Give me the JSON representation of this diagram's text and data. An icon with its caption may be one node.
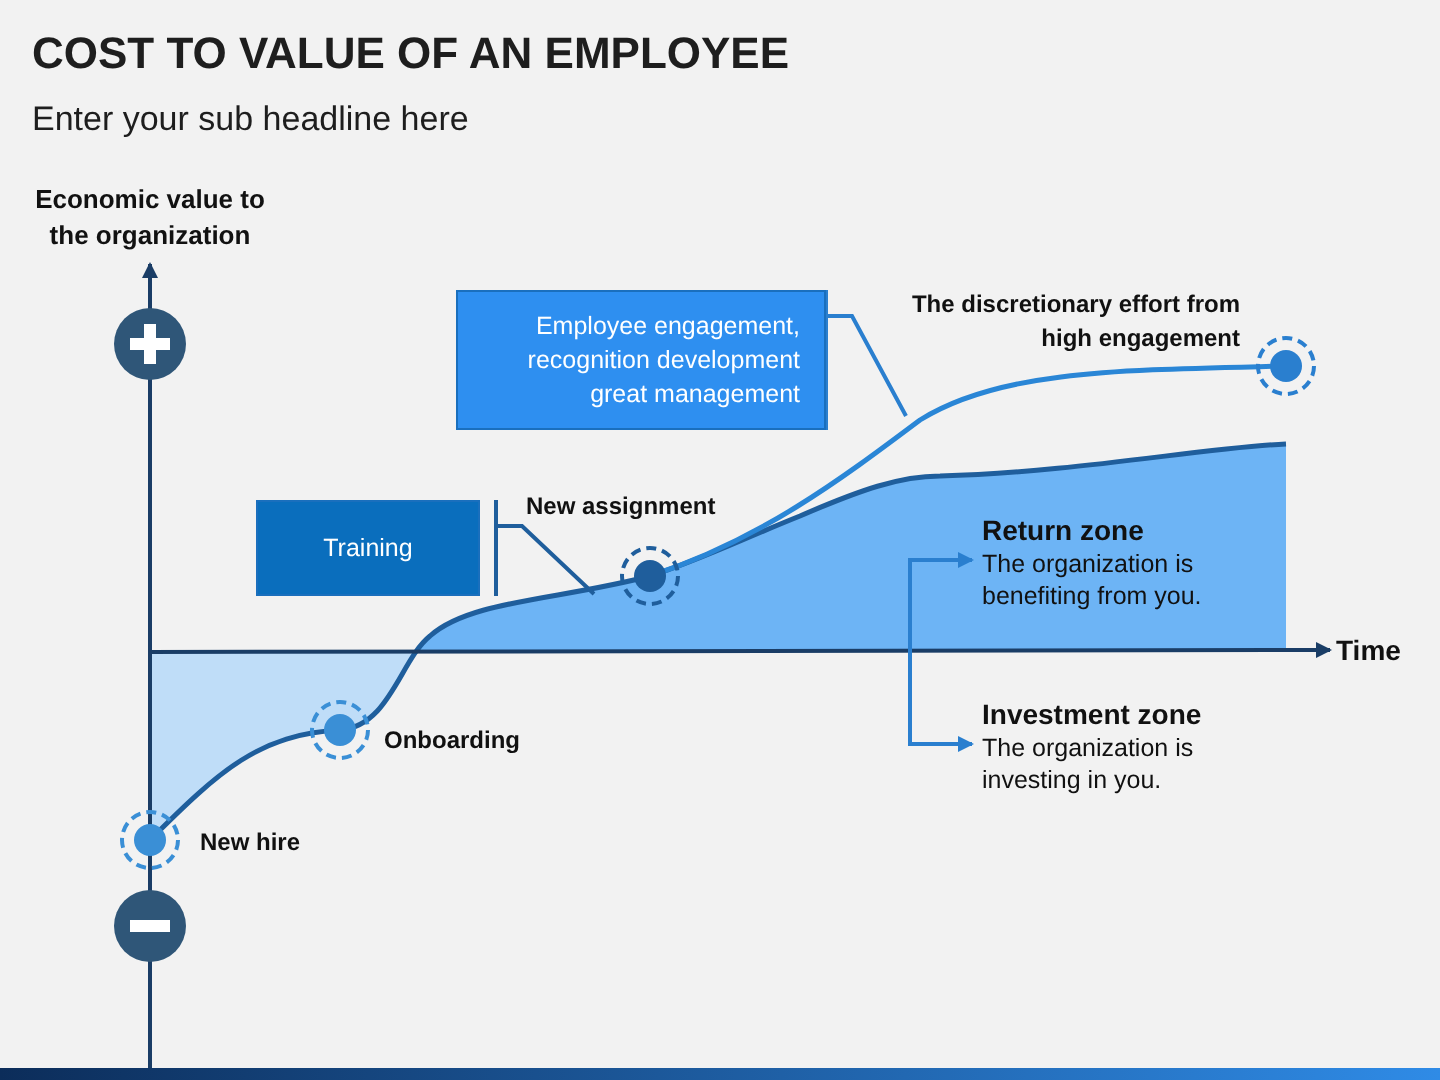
{
  "diagram": {
    "title": "COST TO VALUE OF AN EMPLOYEE",
    "nodes": [
      {
        "text": [
          "Employee engagement, recognition development great management"
        ]
      },
      {
        "text": [
          "Training"
        ]
      },
      {
        "text": [],
        "shape": "circle",
        "beside": [
          "The discretionary effort from high engagement"
        ]
      },
      {
        "text": [],
        "shape": "circle",
        "beside": [
          "New assignment"
        ]
      },
      {
        "text": [],
        "shape": "circle",
        "beside": [
          "Onboarding"
        ]
      },
      {
        "text": [],
        "shape": "circle",
        "beside": [
          "New hire"
        ]
      },
      {
        "text": [
          "Return zone",
          "The organization is benefiting from you."
        ]
      },
      {
        "text": [
          "Investment zone",
          "The organization is investing in you."
        ]
      }
    ],
    "edges": [
      {
        "from": 0,
        "to": null,
        "arrow": "none"
      },
      {
        "from": 1,
        "to": null,
        "arrow": "none"
      },
      {
        "from": null,
        "to": 6,
        "arrow": "to"
      },
      {
        "from": null,
        "to": 7,
        "arrow": "to"
      }
    ],
    "labels": [
      "Enter your sub headline here",
      "Economic value to the organization",
      "Time"
    ]
  }
}
